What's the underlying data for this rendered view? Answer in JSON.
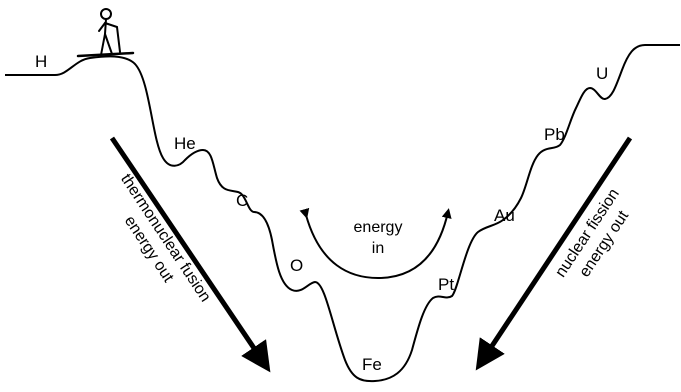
{
  "diagram": {
    "element_labels": {
      "H": "H",
      "He": "He",
      "C": "C",
      "O": "O",
      "Fe": "Fe",
      "Pt": "Pt",
      "Au": "Au",
      "Pb": "Pb",
      "U": "U"
    },
    "fusion_label": {
      "line1": "thermonuclear fusion",
      "line2": "energy out"
    },
    "fission_label": {
      "line1": "nuclear fission",
      "line2": "energy out"
    },
    "center_label": {
      "line1": "energy",
      "line2": "in"
    },
    "skier_icon": "skier-icon",
    "colors": {
      "ink": "#000000",
      "background": "#ffffff"
    }
  }
}
